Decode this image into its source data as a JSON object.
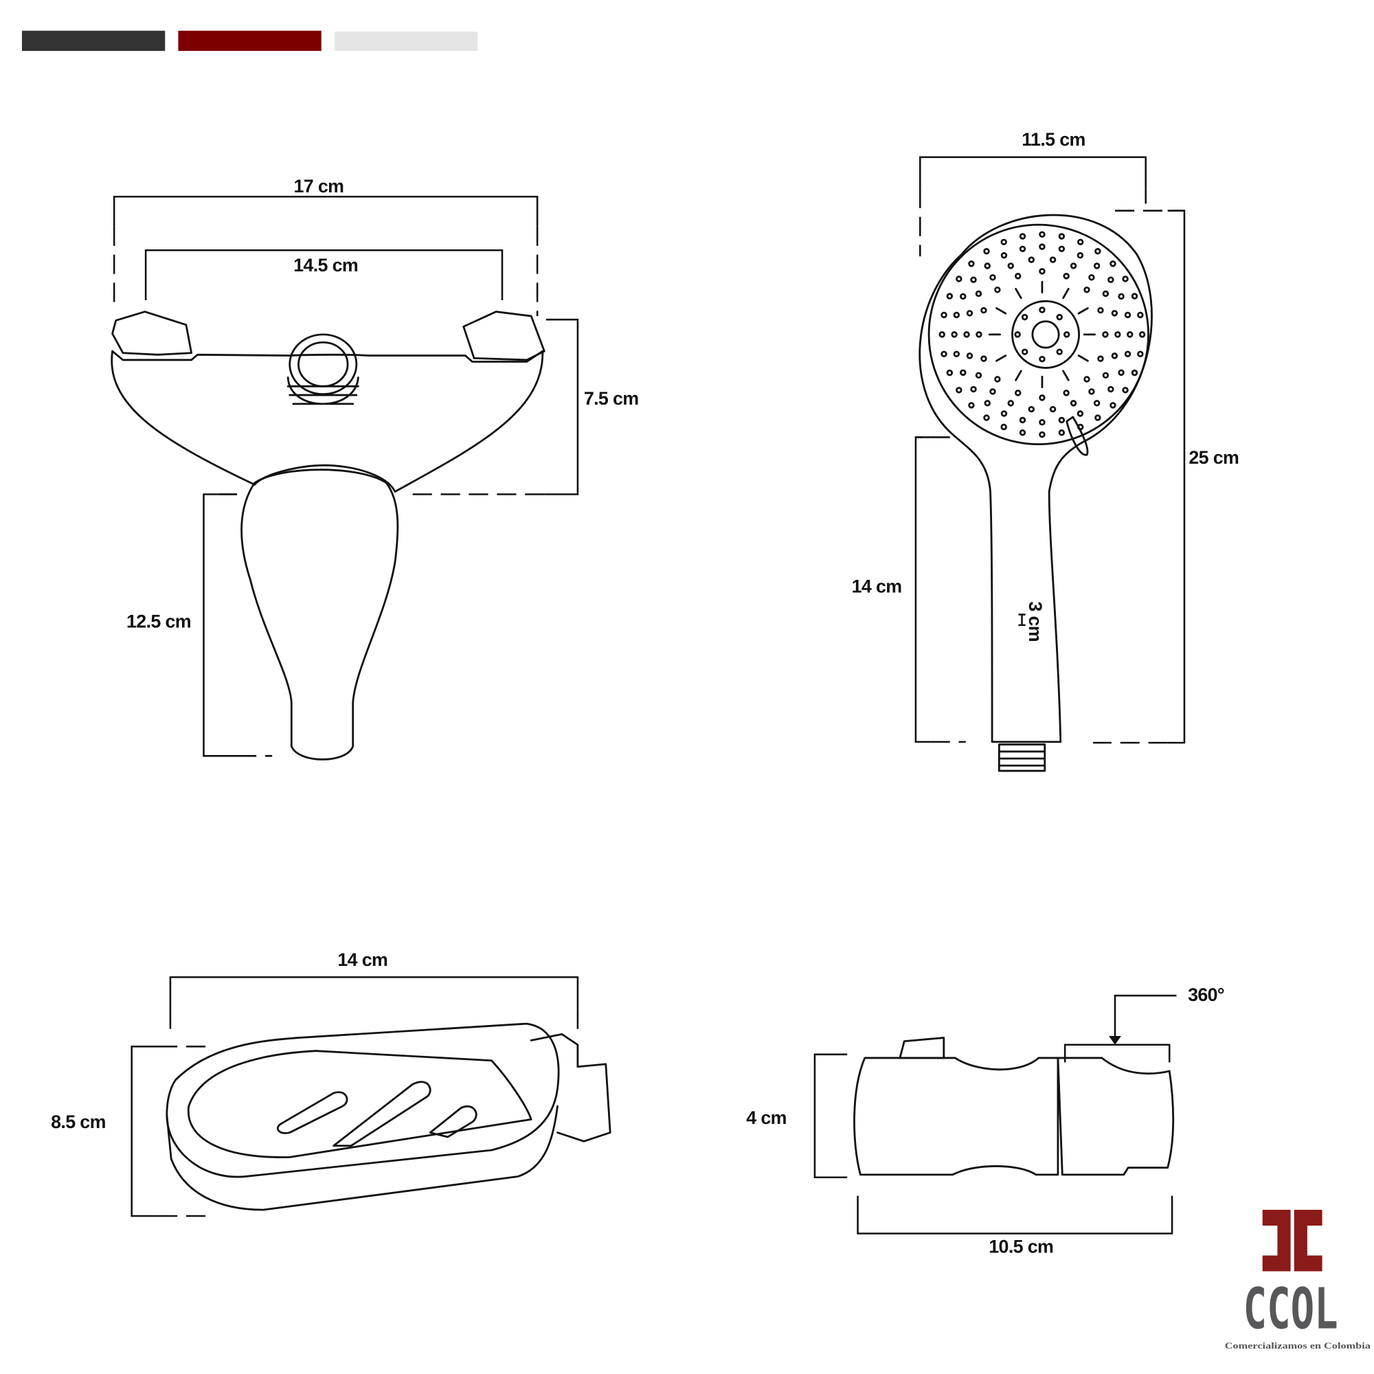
{
  "header_bars": {
    "colors": [
      "#333333",
      "#7d0000",
      "#e5e5e5"
    ]
  },
  "holder": {
    "width_outer": "17 cm",
    "width_inner": "14.5 cm",
    "depth": "7.5 cm",
    "height": "12.5 cm"
  },
  "shower_head": {
    "head_width": "11.5 cm",
    "total_length": "25 cm",
    "handle_length": "14 cm",
    "handle_width": "3 cm"
  },
  "soap_dish": {
    "width": "14 cm",
    "height": "8.5 cm"
  },
  "slider": {
    "rotation": "360°",
    "height": "4 cm",
    "width": "10.5 cm"
  },
  "logo": {
    "brand": "CCOL",
    "tagline": "Comercializamos en Colombia",
    "primary_color": "#8b1a1a",
    "text_color": "#58585a"
  }
}
